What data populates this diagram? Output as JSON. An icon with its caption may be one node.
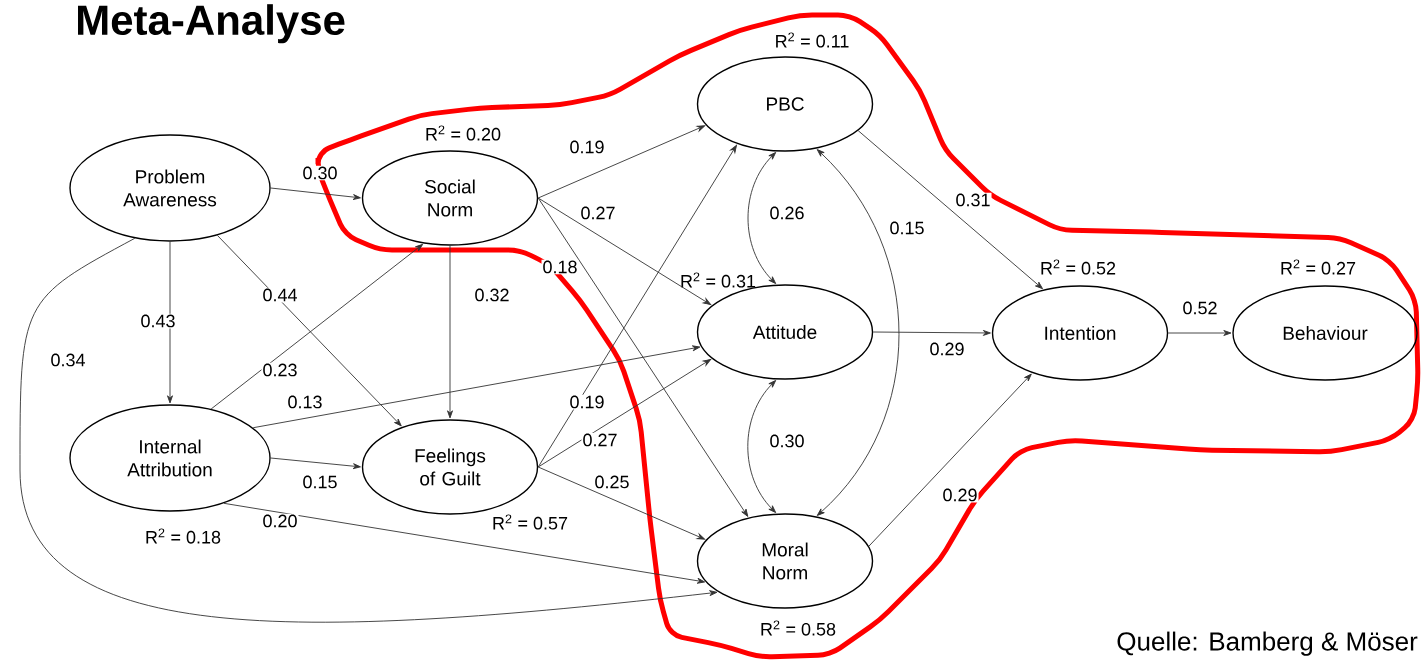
{
  "diagram": {
    "title": "Meta-Analyse",
    "caption": "Quelle: Bamberg & Möser",
    "nodes": [
      {
        "text": [
          "Problem Awareness"
        ]
      },
      {
        "text": [
          "Social Norm"
        ],
        "beside": [
          "R$^{2}$ = 0.20"
        ]
      },
      {
        "text": [
          "PBC"
        ],
        "beside": [
          "R$^{2}$ = 0.11"
        ]
      },
      {
        "text": [
          "Attitude"
        ],
        "beside": [
          "R$^{2}$ = 0.31"
        ]
      },
      {
        "text": [
          "Intention"
        ],
        "beside": [
          "R$^{2}$ = 0.52"
        ]
      },
      {
        "text": [
          "Behaviour"
        ],
        "beside": [
          "R$^{2}$ = 0.27"
        ]
      },
      {
        "text": [
          "Internal Attribution"
        ],
        "beside": [
          "R$^{2}$ = 0.18"
        ]
      },
      {
        "text": [
          "Feelings of Guilt"
        ],
        "beside": [
          "R$^{2}$ = 0.57"
        ]
      },
      {
        "text": [
          "Moral Norm"
        ],
        "beside": [
          "R$^{2}$ = 0.58"
        ]
      }
    ],
    "edges": [
      {
        "from": 0,
        "to": 1,
        "arrow": "to",
        "label": "0.30"
      },
      {
        "from": 0,
        "to": 6,
        "arrow": "to",
        "label": "0.43"
      },
      {
        "from": 0,
        "to": 7,
        "arrow": "to",
        "label": "0.44"
      },
      {
        "from": 0,
        "to": 8,
        "arrow": "to",
        "label": "0.34"
      },
      {
        "from": 6,
        "to": 1,
        "arrow": "to",
        "label": "0.23"
      },
      {
        "from": 6,
        "to": 3,
        "arrow": "to",
        "label": "0.13"
      },
      {
        "from": 6,
        "to": 7,
        "arrow": "to",
        "label": "0.15"
      },
      {
        "from": 6,
        "to": 8,
        "arrow": "to",
        "label": "0.20"
      },
      {
        "from": 1,
        "to": 2,
        "arrow": "to",
        "label": "0.19"
      },
      {
        "from": 1,
        "to": 3,
        "arrow": "to",
        "label": "0.27"
      },
      {
        "from": 1,
        "to": 8,
        "arrow": "to",
        "label": "0.18"
      },
      {
        "from": 1,
        "to": 7,
        "arrow": "to",
        "label": "0.32"
      },
      {
        "from": 7,
        "to": 2,
        "arrow": "to",
        "label": "0.19"
      },
      {
        "from": 7,
        "to": 3,
        "arrow": "to",
        "label": "0.27"
      },
      {
        "from": 7,
        "to": 8,
        "arrow": "to",
        "label": "0.25"
      },
      {
        "from": 2,
        "to": 3,
        "arrow": "both",
        "label": "0.26"
      },
      {
        "from": 3,
        "to": 8,
        "arrow": "both",
        "label": "0.30"
      },
      {
        "from": 2,
        "to": 8,
        "arrow": "both",
        "label": "0.15"
      },
      {
        "from": 2,
        "to": 4,
        "arrow": "to",
        "label": "0.31"
      },
      {
        "from": 3,
        "to": 4,
        "arrow": "to",
        "label": "0.29"
      },
      {
        "from": 8,
        "to": 4,
        "arrow": "to",
        "label": "0.29"
      },
      {
        "from": 4,
        "to": 5,
        "arrow": "to",
        "label": "0.52"
      }
    ]
  }
}
